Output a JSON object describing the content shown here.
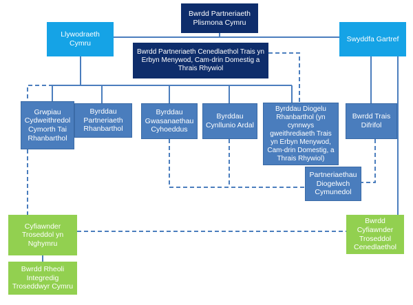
{
  "colors": {
    "navy": "#0e2d6b",
    "cyan": "#15a3e6",
    "steel": "#4a7dbd",
    "green": "#92d050",
    "line": "#4a7dbd"
  },
  "nodes": {
    "police_partnership_board": "Bwrdd Partneriaeth\nPlismona Cymru",
    "welsh_government": "Llywodraeth\nCymru",
    "home_office": "Swyddfa Gartref",
    "national_vawdasv_board": "Bwrdd Partneriaeth Cenedlaethol Trais yn\nErbyn Menywod, Cam-drin Domestig  a\nThrais Rhywiol",
    "regional_housing_support": "Grwpiau\nCydweithredol\nCymorth Tai\nRhanbarthol",
    "regional_partnership_boards": "Byrddau\nPartneriaeth\nRhanbarthol",
    "public_services_boards": "Byrddau\nGwasanaethau\nCyhoeddus",
    "area_planning_boards": "Byrddau\nCynllunio Ardal",
    "regional_safeguarding_boards": "Byrddau Diogelu\nRhanbarthol (yn\ncynnwys\ngweithrediaeth Trais\nyn Erbyn  Menywod,\nCam-drin Domestig, a\nThrais Rhywiol)",
    "serious_violence_board": "Bwrdd Trais\nDifrifol",
    "community_safety_partnerships": "Partneriaethau\nDiogelwch\nCymunedol",
    "criminal_justice_wales": "Cyfiawnder\nTroseddol yn\nNghymru",
    "national_criminal_justice_board": "Bwrdd\nCyfiawnder\nTroseddol\nCenedlaethol",
    "integrated_offender_board": "Bwrdd Rheoli\nIntegredig\nTroseddwyr Cymru"
  }
}
